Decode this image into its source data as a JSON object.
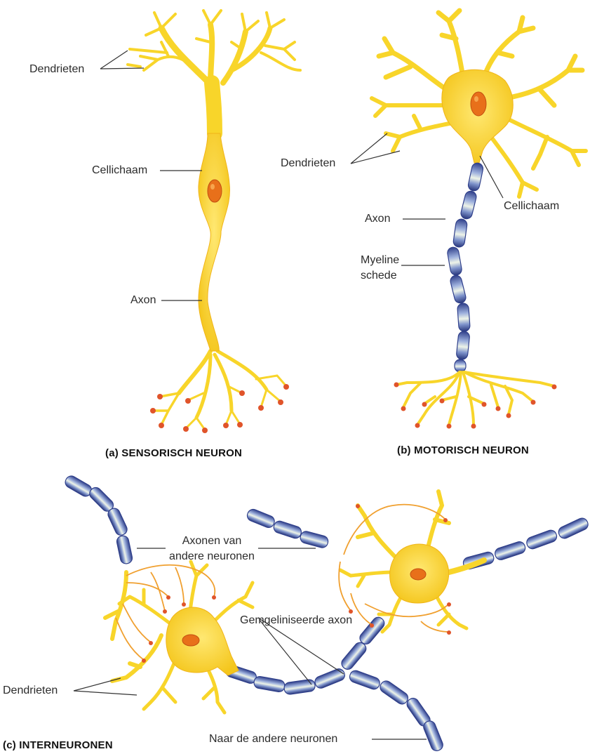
{
  "labels": {
    "a_dendrites": "Dendrieten",
    "a_cell_body": "Cellichaam",
    "a_axon": "Axon",
    "b_dendrites": "Dendrieten",
    "b_cell_body": "Cellichaam",
    "b_axon": "Axon",
    "b_myelin_line1": "Myeline",
    "b_myelin_line2": "schede",
    "c_axons_line1": "Axonen van",
    "c_axons_line2": "andere neuronen",
    "c_myelinated_axon": "Gemgeliniseerde axon",
    "c_dendrites": "Dendrieten",
    "c_to_other": "Naar de andere neuronen"
  },
  "captions": {
    "a": "(a) SENSORISCH NEURON",
    "b": "(b) MOTORISCH NEURON",
    "c": "(c) INTERNEURONEN"
  },
  "colors": {
    "cell": "#f8d52a",
    "cell_dark": "#f0b418",
    "nucleus": "#e8701a",
    "terminal": "#e0542a",
    "myelin": "#8fa4d6",
    "myelin_dark": "#2f3f8a",
    "myelin_light": "#e7f0e6"
  }
}
